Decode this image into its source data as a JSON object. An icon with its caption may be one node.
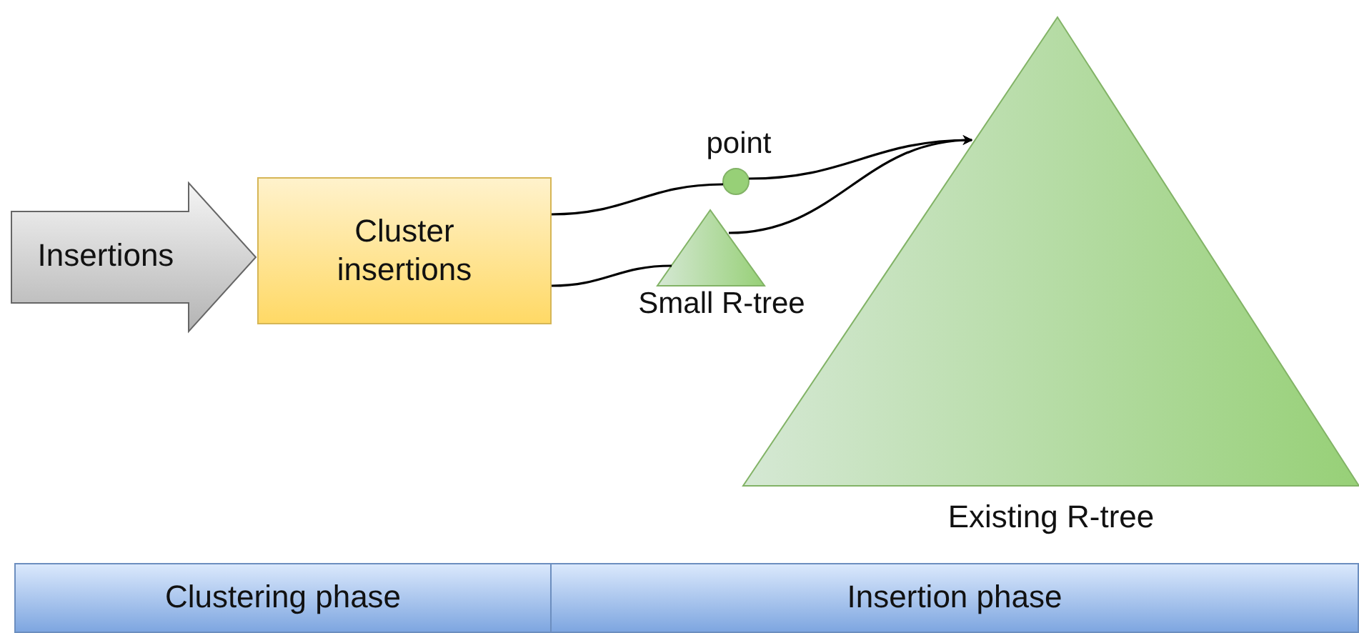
{
  "diagram": {
    "nodes": [
      {
        "text": [
          "Insertions"
        ]
      },
      {
        "text": [
          "Cluster insertions"
        ]
      },
      {
        "text": [
          "point"
        ]
      },
      {
        "text": [
          "Small R-tree"
        ]
      },
      {
        "text": [
          "Existing R-tree"
        ]
      },
      {
        "text": [
          "Clustering phase"
        ]
      },
      {
        "text": [
          "Insertion phase"
        ]
      }
    ],
    "edges": [
      {
        "from": 1,
        "to": 2,
        "arrow": "none"
      },
      {
        "from": 2,
        "to": 4,
        "arrow": "to"
      },
      {
        "from": 1,
        "to": 3,
        "arrow": "none"
      },
      {
        "from": 3,
        "to": 4,
        "arrow": "to"
      }
    ]
  }
}
